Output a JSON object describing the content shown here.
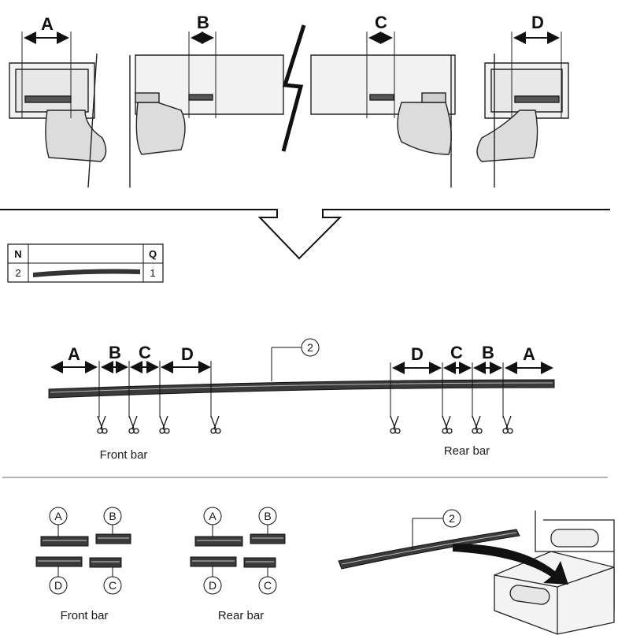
{
  "top_labels": {
    "a": "A",
    "b": "B",
    "c": "C",
    "d": "D"
  },
  "table": {
    "col_n": "N",
    "col_q": "Q",
    "row_n": "2",
    "row_q": "1"
  },
  "strip_callout": "2",
  "front_labels": {
    "a": "A",
    "b": "B",
    "c": "C",
    "d": "D"
  },
  "rear_labels": {
    "d": "D",
    "c": "C",
    "b": "B",
    "a": "A"
  },
  "captions": {
    "front_bar": "Front bar",
    "rear_bar": "Rear bar",
    "front_bar_bottom": "Front bar",
    "rear_bar_bottom": "Rear bar"
  },
  "pieces_front": {
    "a": "A",
    "b": "B",
    "d": "D",
    "c": "C"
  },
  "pieces_rear": {
    "a": "A",
    "b": "B",
    "d": "D",
    "c": "C"
  },
  "box_callout": "2",
  "icons": [
    "scissors-icon",
    "down-arrow-icon",
    "break-line-icon",
    "curved-arrow-icon"
  ]
}
